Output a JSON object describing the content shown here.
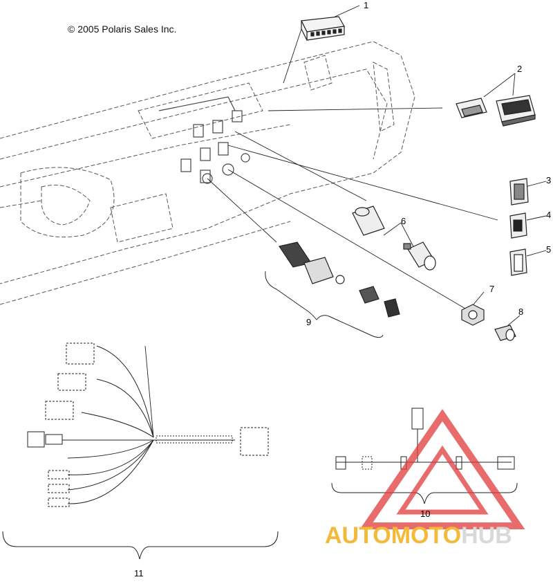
{
  "copyright": "© 2005 Polaris Sales Inc.",
  "callouts": [
    {
      "id": "1",
      "label": "1"
    },
    {
      "id": "2",
      "label": "2"
    },
    {
      "id": "3",
      "label": "3"
    },
    {
      "id": "4",
      "label": "4"
    },
    {
      "id": "5",
      "label": "5"
    },
    {
      "id": "6",
      "label": "6"
    },
    {
      "id": "7",
      "label": "7"
    },
    {
      "id": "8",
      "label": "8"
    },
    {
      "id": "9",
      "label": "9"
    },
    {
      "id": "10",
      "label": "10"
    },
    {
      "id": "11",
      "label": "11"
    }
  ],
  "watermark": {
    "part1": "AUTOMOTO",
    "part2": "HUB",
    "color1": "#f5b93a",
    "color2": "#d9d9d9",
    "logo_color": "#e23b3b"
  }
}
